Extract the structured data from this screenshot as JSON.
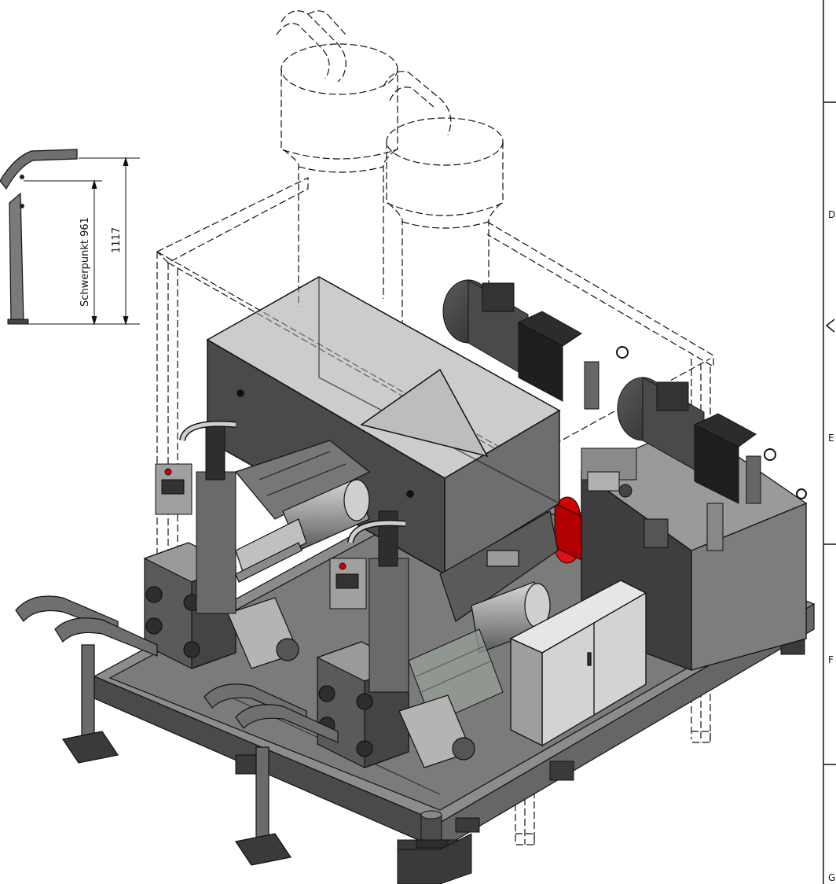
{
  "detail": {
    "dimension_label": "Schwerpunkt 961",
    "dimension_total": "1117"
  },
  "frame": {
    "zones": [
      "D",
      "E",
      "F",
      "G"
    ]
  },
  "colors": {
    "line": "#111111",
    "steel_dark": "#3d3d3d",
    "steel_mid": "#6b6b6b",
    "steel_light": "#a9a9a9",
    "motor_red": "#d40000",
    "panel_grey": "#d3d3d3"
  }
}
